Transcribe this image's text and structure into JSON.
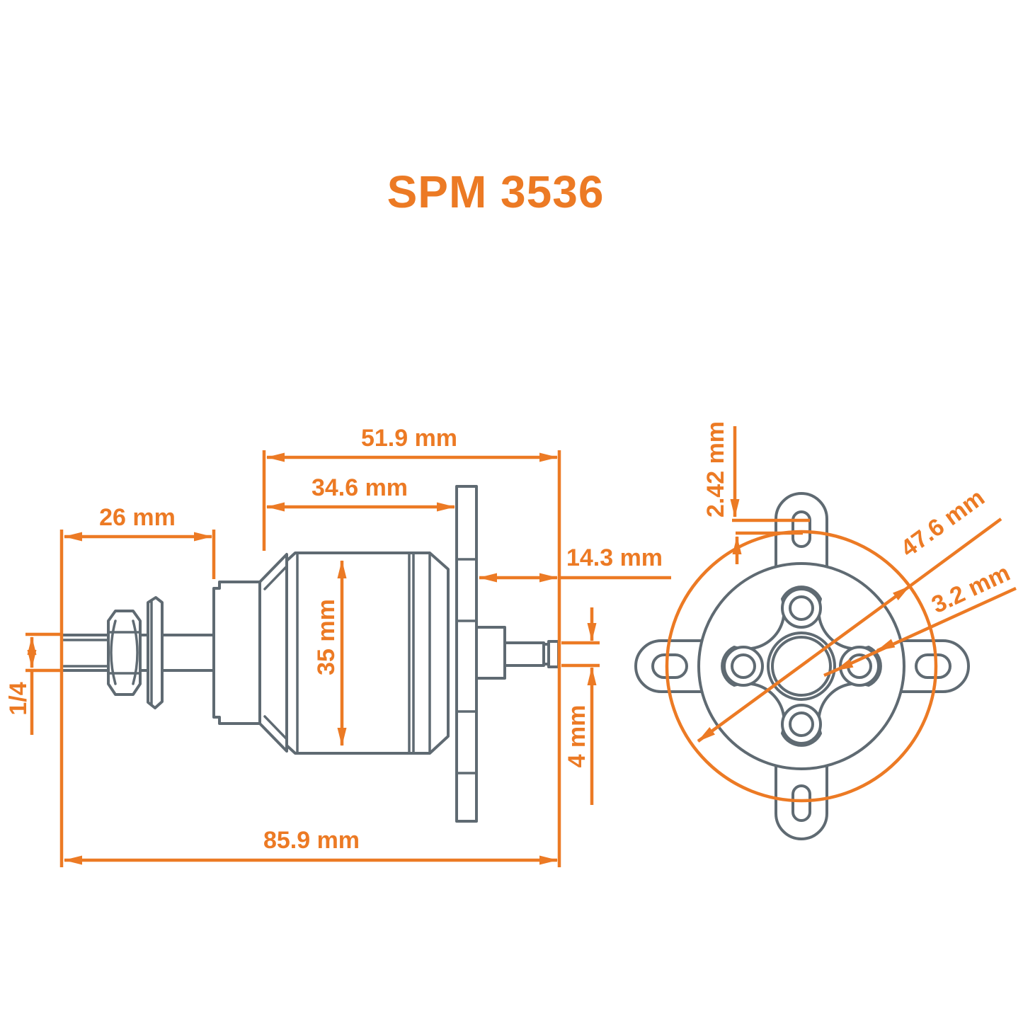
{
  "title": "SPM 3536",
  "colors": {
    "accent": "#EC7A24",
    "line_gray": "#5F6A72"
  },
  "side_view": {
    "dim_shaft_to_rear_tip": "51.9 mm",
    "dim_bell_to_mount_face": "34.6 mm",
    "dim_front_shaft_length": "26 mm",
    "dim_mount_to_rear_tip": "14.3 mm",
    "dim_can_diameter": "35 mm",
    "dim_front_shaft_thread": "1/4",
    "dim_rear_shaft_diameter": "4 mm",
    "dim_overall_length": "85.9 mm"
  },
  "front_view": {
    "dim_slot_offset": "2.42 mm",
    "dim_bolt_circle_diameter": "47.6 mm",
    "dim_mount_hole_diameter": "3.2 mm"
  }
}
